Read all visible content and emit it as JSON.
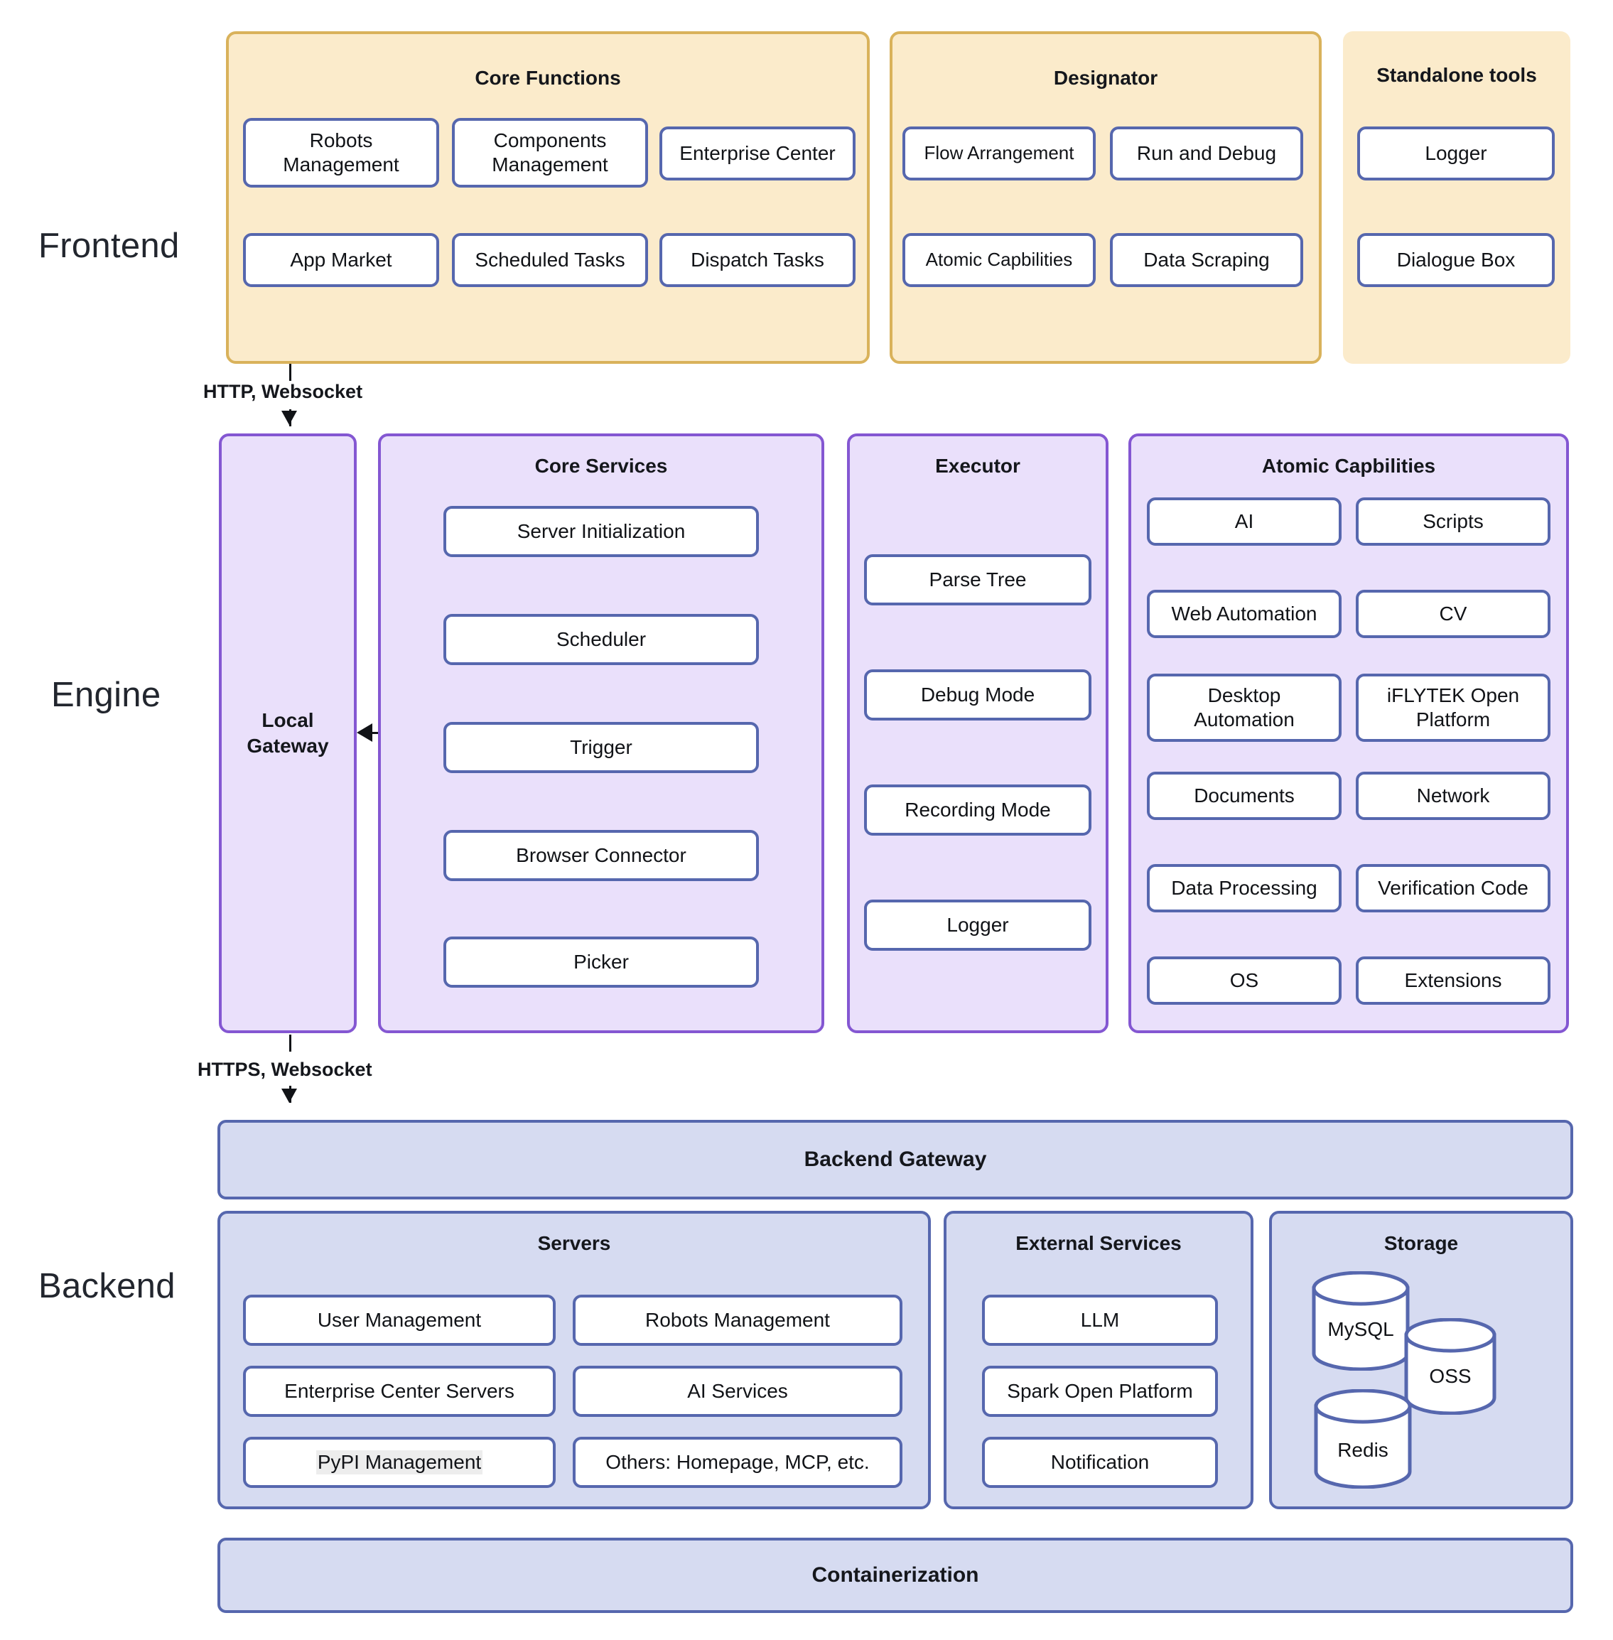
{
  "layers": [
    {
      "name": "Frontend"
    },
    {
      "name": "Engine"
    },
    {
      "name": "Backend"
    }
  ],
  "frontend": {
    "groups": [
      {
        "title": "Core Functions",
        "items": [
          "Robots\nManagement",
          "Components\nManagement",
          "Enterprise Center",
          "App Market",
          "Scheduled Tasks",
          "Dispatch Tasks"
        ]
      },
      {
        "title": "Designator",
        "items": [
          "Flow Arrangement",
          "Run and Debug",
          "Atomic Capbilities",
          "Data Scraping"
        ]
      },
      {
        "title": "Standalone tools",
        "items": [
          "Logger",
          "Dialogue Box"
        ]
      }
    ]
  },
  "connectors": {
    "frontend_to_engine": "HTTP, Websocket",
    "engine_to_backend": "HTTPS, Websocket"
  },
  "engine": {
    "gateway": "Local\nGateway",
    "groups": [
      {
        "title": "Core Services",
        "items": [
          "Server Initialization",
          "Scheduler",
          "Trigger",
          "Browser Connector",
          "Picker"
        ]
      },
      {
        "title": "Executor",
        "items": [
          "Parse Tree",
          "Debug  Mode",
          "Recording Mode",
          "Logger"
        ]
      },
      {
        "title": "Atomic Capbilities",
        "items": [
          "AI",
          "Scripts",
          "Web Automation",
          "CV",
          "Desktop\nAutomation",
          "iFLYTEK Open\nPlatform",
          "Documents",
          "Network",
          "Data Processing",
          "Verification Code",
          "OS",
          "Extensions"
        ]
      }
    ]
  },
  "backend": {
    "gateway_bar": "Backend Gateway",
    "containerization_bar": "Containerization",
    "groups": [
      {
        "title": "Servers",
        "items": [
          "User Management",
          "Robots Management",
          "Enterprise Center Servers",
          "AI Services",
          "PyPI Management",
          "Others: Homepage, MCP, etc."
        ]
      },
      {
        "title": "External Services",
        "items": [
          "LLM",
          "Spark Open Platform",
          "Notification"
        ]
      },
      {
        "title": "Storage",
        "items": [
          "MySQL",
          "OSS",
          "Redis"
        ]
      }
    ]
  },
  "colors": {
    "frontend_fill": "#FBEBCB",
    "frontend_border": "#D9B25B",
    "engine_fill": "#EAE0FB",
    "engine_border": "#8457D2",
    "backend_fill": "#D6DBF1",
    "backend_border": "#5667AE",
    "box_border": "#5667AE",
    "box_fill": "#FFFFFF",
    "text": "#111317"
  }
}
